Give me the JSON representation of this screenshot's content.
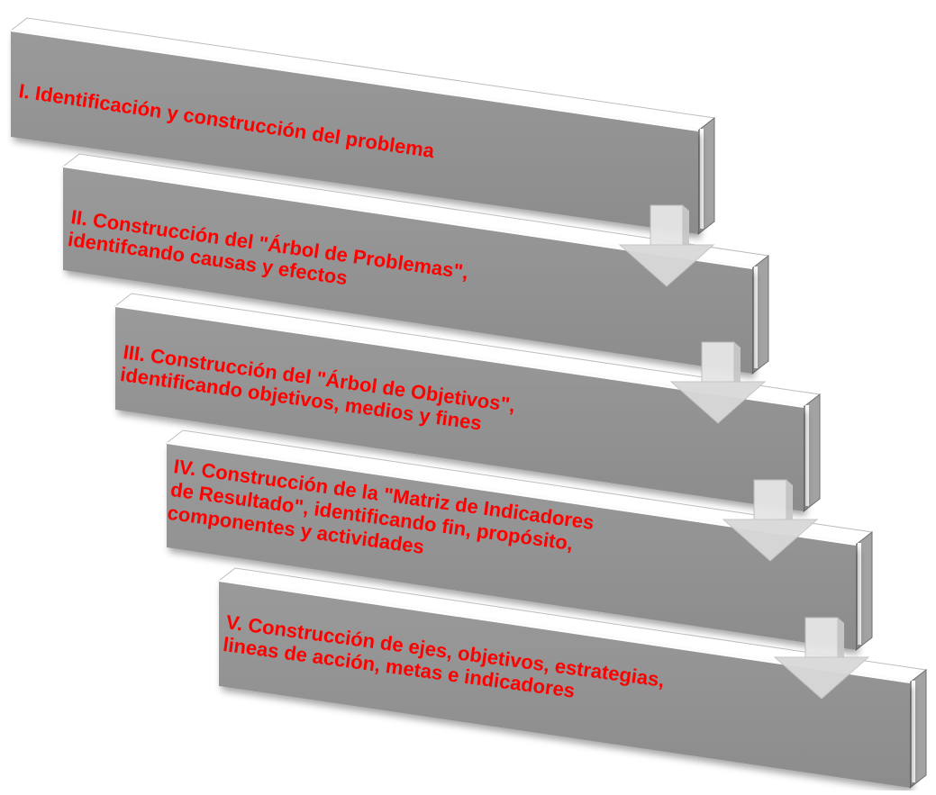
{
  "colors": {
    "box_front": "#8c8c8c",
    "box_top": "#ffffff",
    "box_side": "#a3a3a3",
    "box_edge": "#6f6f6f",
    "arrow": "#d9d9d9",
    "text": "#ff0000"
  },
  "steps": [
    {
      "lines": [
        "I. Identificación y construcción del problema"
      ]
    },
    {
      "lines": [
        "II. Construcción del \"Árbol de Problemas\",",
        "identifcando causas y efectos"
      ]
    },
    {
      "lines": [
        "III. Construcción del \"Árbol de Objetivos\",",
        "identificando objetivos, medios y fines"
      ]
    },
    {
      "lines": [
        "IV. Construcción de la \"Matriz de Indicadores",
        "de Resultado\", identificando fin, propósito,",
        "componentes y actividades"
      ]
    },
    {
      "lines": [
        "V. Construcción de ejes, objetivos, estrategias,",
        "lineas de acción, metas e indicadores"
      ]
    }
  ]
}
